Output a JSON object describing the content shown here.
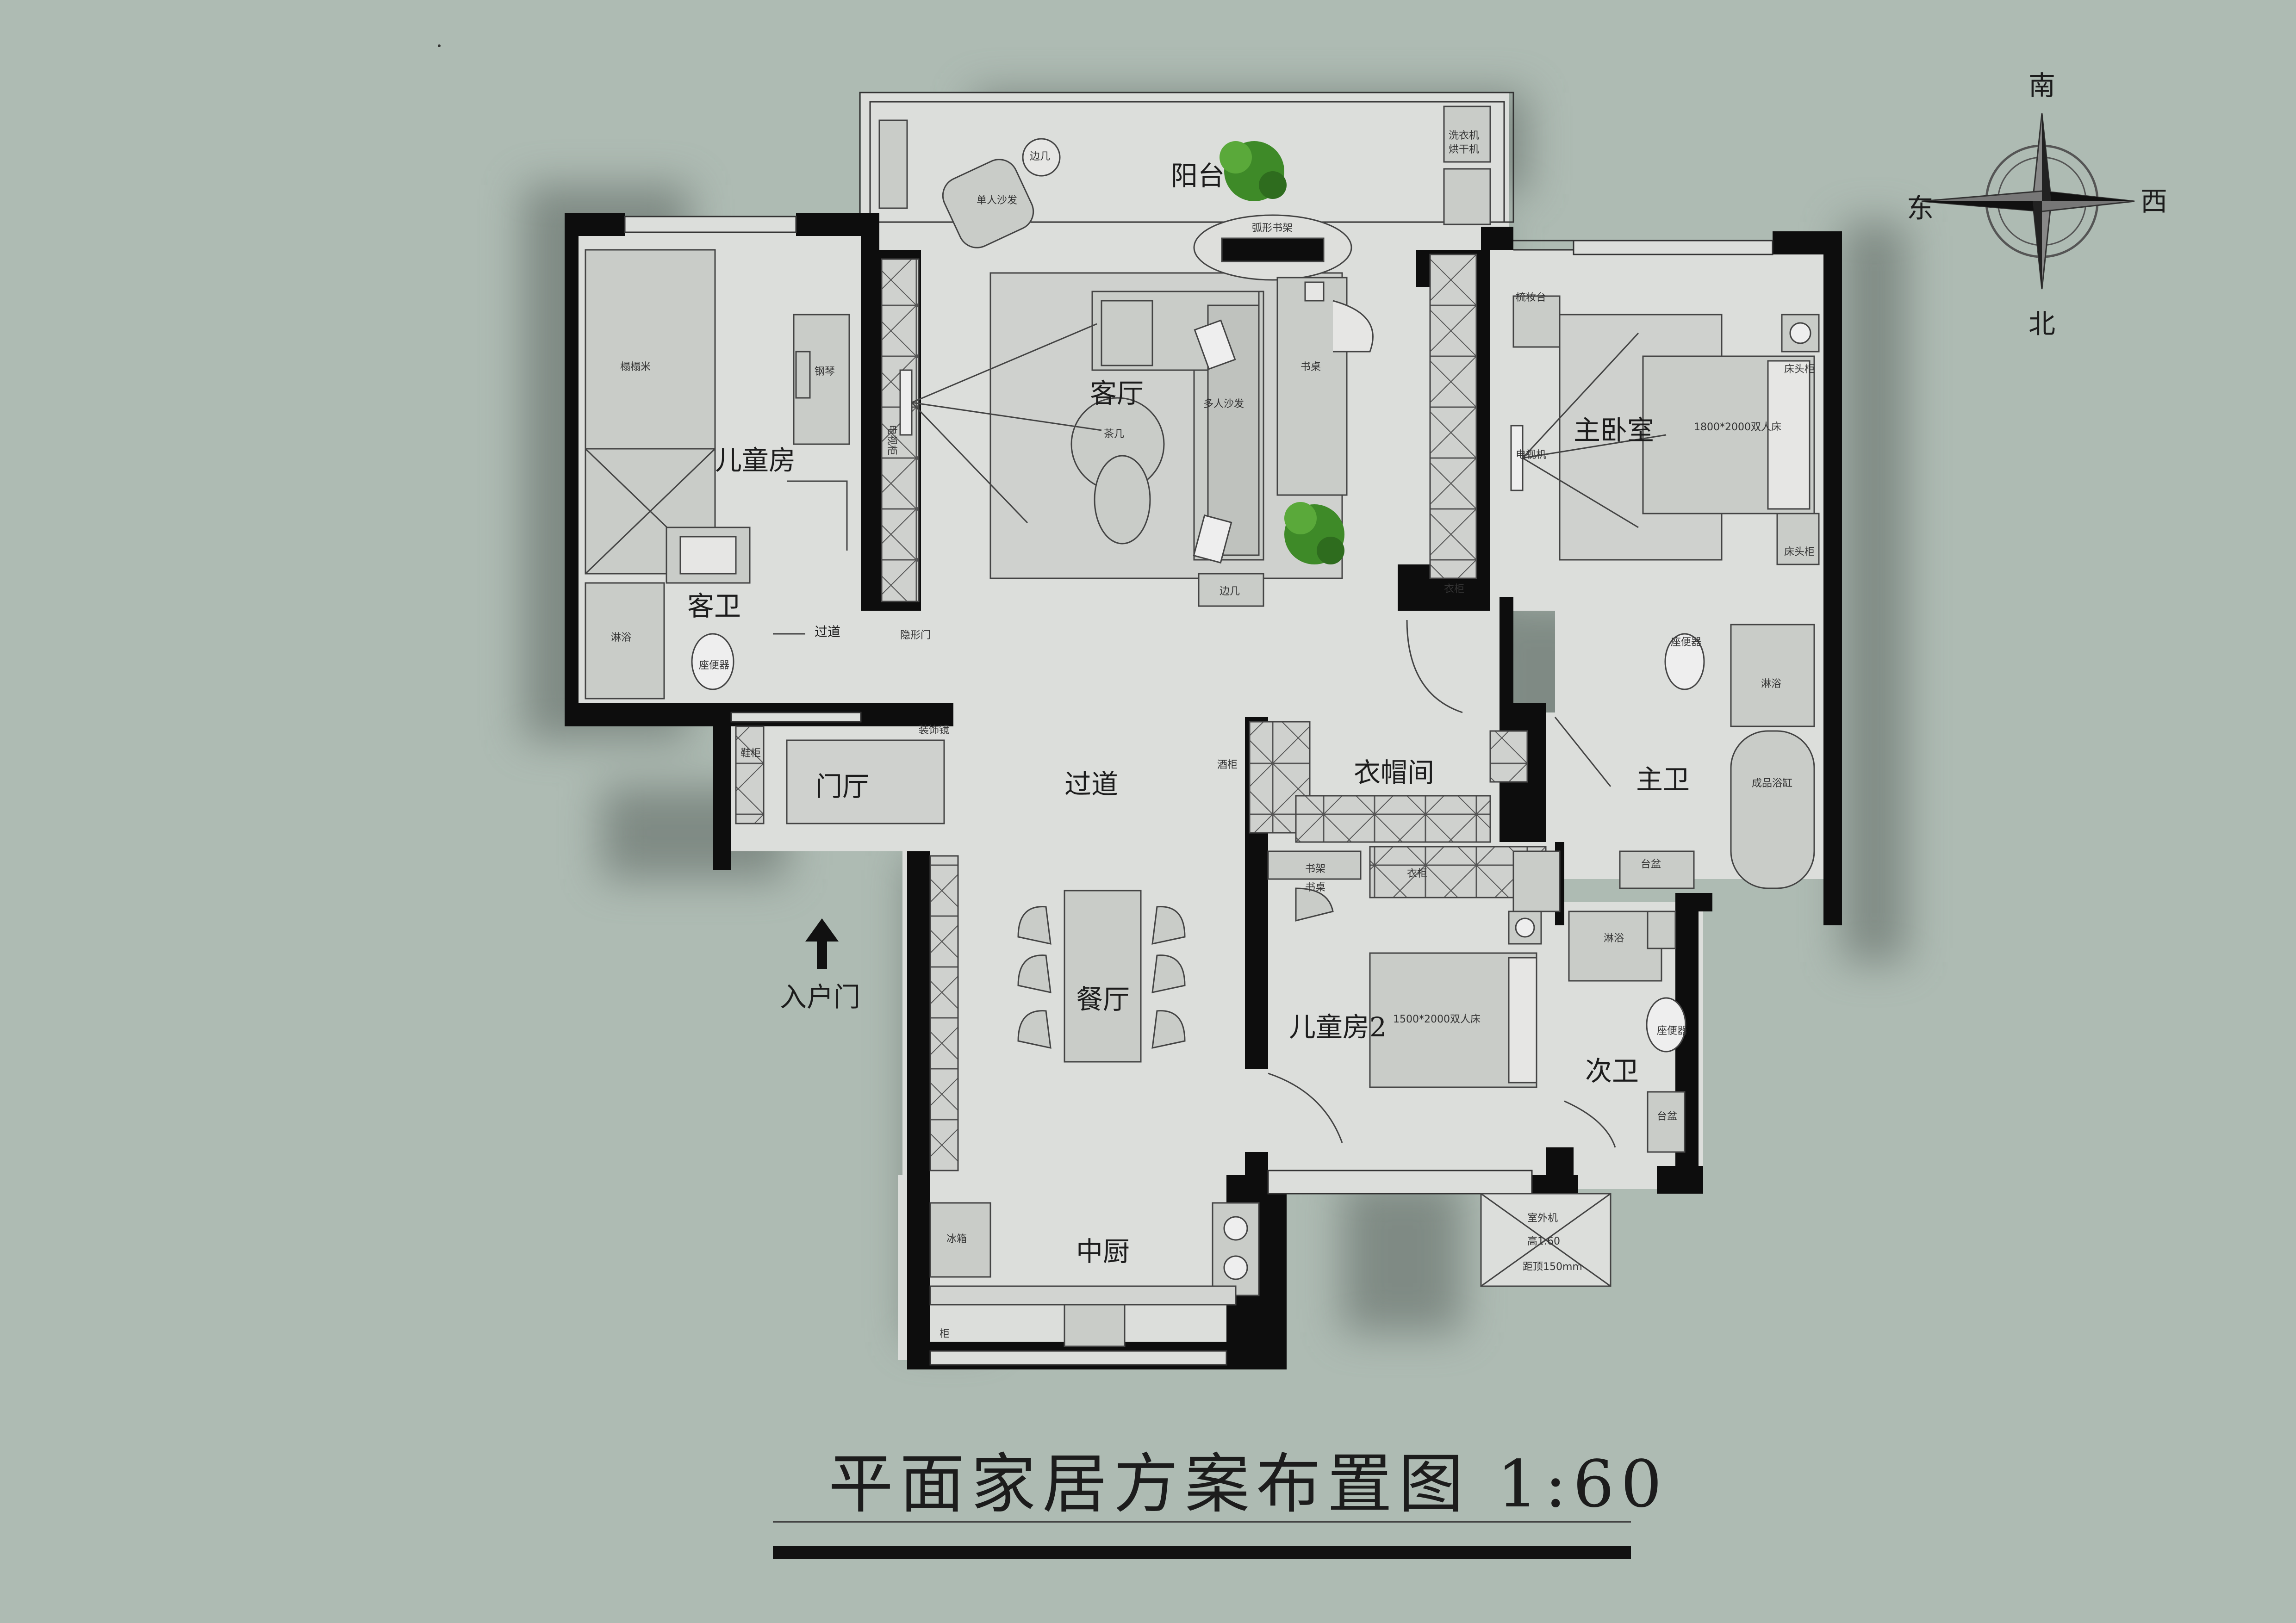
{
  "drawing": {
    "title": "平面家居方案布置图 1:60"
  },
  "compass": {
    "south": "南",
    "north": "北",
    "east": "东",
    "west": "西"
  },
  "rooms": {
    "balcony": "阳台",
    "living_room": "客厅",
    "kids_room": "儿童房",
    "guest_bath": "客卫",
    "corridor_small": "过道",
    "entrance_hall": "门厅",
    "entry_door": "入户门",
    "corridor_main": "过道",
    "dining_room": "餐厅",
    "middle_kitchen": "中厨",
    "master_bedroom": "主卧室",
    "cloakroom": "衣帽间",
    "master_bath": "主卫",
    "kids_room_2": "儿童房2",
    "second_bath": "次卫"
  },
  "labels": {
    "side_table_balcony": "边几",
    "lounge_chair": "单人沙发",
    "curved_bookshelf": "弧形书架",
    "washer": "洗衣机",
    "dryer": "烘干机",
    "desk_living": "书桌",
    "sofa": "多人沙发",
    "coffee_table": "茶几",
    "side_table_living": "边几",
    "tatami": "榻榻米",
    "piano": "钢琴",
    "tv_cabinet": "电视柜",
    "shower_guest": "淋浴",
    "toilet_guest": "座便器",
    "arc_door": "隐形门",
    "shoe_cabinet": "鞋柜",
    "mirror": "装饰镜",
    "wine_cabinet": "酒柜",
    "fridge": "冰箱",
    "cabinet_kitchen": "柜",
    "bedside_table_top": "床头柜",
    "master_bed": "1800*2000双人床",
    "bedside_table_bottom": "床头柜",
    "tv": "电视机",
    "dresser": "梳妆台",
    "toilet_master": "座便器",
    "shower_master": "淋浴",
    "bathtub": "成品浴缸",
    "washbasin_master": "台盆",
    "wardrobe": "衣柜",
    "bookshelf_kid2": "书架",
    "desk_kid2": "书桌",
    "wardrobe_kid2": "衣柜",
    "kid2_bed": "1500*2000双人床",
    "shower_second": "淋浴",
    "toilet_second": "座便器",
    "washbasin_second": "台盆",
    "ac_unit": "室外机",
    "ac_note_1": "高1.60",
    "ac_note_2": "距顶150mm"
  },
  "colors": {
    "background": "#aebbb3",
    "wall": "#0d0d0d",
    "floor": "#dcdedb",
    "furniture": "#c9ccc8",
    "shadow": "#6f7a74",
    "plant": "#3e8a28"
  }
}
